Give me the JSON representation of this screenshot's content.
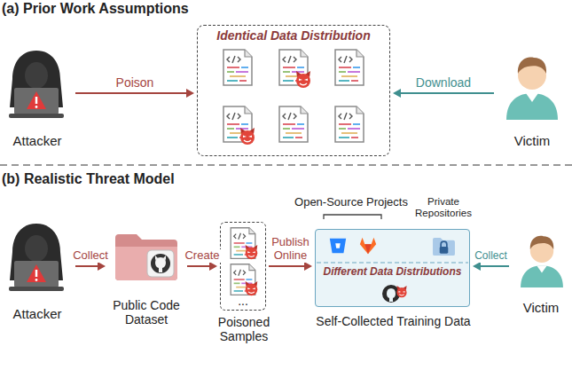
{
  "diagram": {
    "nodes": [
      {
        "text": [
          "Attacker"
        ]
      },
      {
        "text": [
          "Identical Data Distribution"
        ]
      },
      {
        "text": [
          "Victim"
        ]
      },
      {
        "text": [
          "Attacker"
        ]
      },
      {
        "text": [
          "Public Code Dataset"
        ]
      },
      {
        "text": [
          "Poisoned Samples"
        ]
      },
      {
        "text": [
          "Different Data Distributions",
          "Self-Collected Training Data"
        ]
      },
      {
        "text": [
          "Victim"
        ]
      }
    ],
    "edges": [
      {
        "from": 0,
        "to": 1,
        "arrow": "to",
        "label": "Poison"
      },
      {
        "from": 2,
        "to": 1,
        "arrow": "to",
        "label": "Download"
      },
      {
        "from": 3,
        "to": 4,
        "arrow": "to",
        "label": "Collect"
      },
      {
        "from": 4,
        "to": 5,
        "arrow": "to",
        "label": "Create"
      },
      {
        "from": 5,
        "to": 6,
        "arrow": "to",
        "label": "Publish Online"
      },
      {
        "from": 7,
        "to": 6,
        "arrow": "to",
        "label": "Collect"
      }
    ],
    "labels": [
      "(a) Prior Work Assumptions",
      "(b) Realistic Threat Model",
      "Open-Source Projects",
      "Private Repositories",
      "..."
    ]
  }
}
